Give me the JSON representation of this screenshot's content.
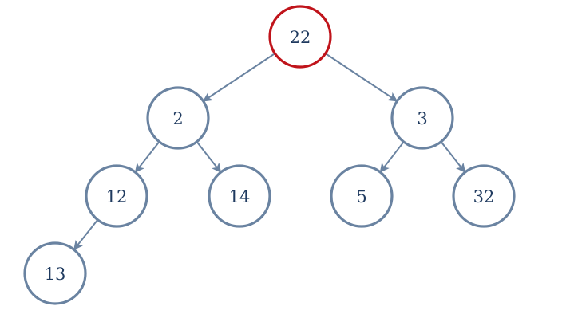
{
  "colors": {
    "node_stroke": "#6a83a1",
    "highlight_stroke": "#c0141b",
    "edge": "#6a83a1",
    "label": "#1f3a5f",
    "background": "#ffffff"
  },
  "tree": {
    "nodes": [
      {
        "id": "n22",
        "label": "22",
        "highlighted": true
      },
      {
        "id": "n2",
        "label": "2",
        "highlighted": false
      },
      {
        "id": "n3",
        "label": "3",
        "highlighted": false
      },
      {
        "id": "n12",
        "label": "12",
        "highlighted": false
      },
      {
        "id": "n14",
        "label": "14",
        "highlighted": false
      },
      {
        "id": "n5",
        "label": "5",
        "highlighted": false
      },
      {
        "id": "n32",
        "label": "32",
        "highlighted": false
      },
      {
        "id": "n13",
        "label": "13",
        "highlighted": false
      }
    ],
    "edges": [
      {
        "from": "n22",
        "to": "n2"
      },
      {
        "from": "n22",
        "to": "n3"
      },
      {
        "from": "n2",
        "to": "n12"
      },
      {
        "from": "n2",
        "to": "n14"
      },
      {
        "from": "n3",
        "to": "n5"
      },
      {
        "from": "n3",
        "to": "n32"
      },
      {
        "from": "n12",
        "to": "n13"
      }
    ]
  }
}
